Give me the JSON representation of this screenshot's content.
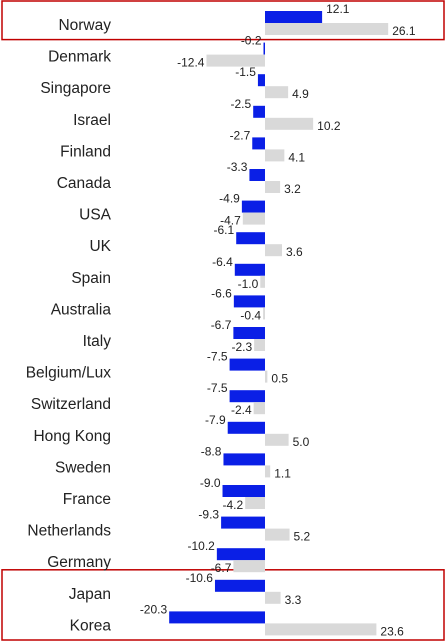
{
  "chart_data": {
    "type": "bar",
    "orientation": "horizontal",
    "categories": [
      "Norway",
      "Denmark",
      "Singapore",
      "Israel",
      "Finland",
      "Canada",
      "USA",
      "UK",
      "Spain",
      "Australia",
      "Italy",
      "Belgium/Lux",
      "Switzerland",
      "Hong Kong",
      "Sweden",
      "France",
      "Netherlands",
      "Germany",
      "Japan",
      "Korea"
    ],
    "series": [
      {
        "values": [
          12.1,
          -0.2,
          -1.5,
          -2.5,
          -2.7,
          -3.3,
          -4.9,
          -6.1,
          -6.4,
          -6.6,
          -6.7,
          -7.5,
          -7.5,
          -7.9,
          -8.8,
          -9.0,
          -9.3,
          -10.2,
          -10.6,
          -20.3
        ]
      },
      {
        "values": [
          26.1,
          -12.4,
          4.9,
          10.2,
          4.1,
          3.2,
          -4.7,
          3.6,
          -1.0,
          -0.4,
          -2.3,
          0.5,
          -2.4,
          5.0,
          1.1,
          -4.2,
          5.2,
          -6.7,
          3.3,
          23.6
        ]
      }
    ],
    "value_labels_1": [
      "12.1",
      "-0.2",
      "-1.5",
      "-2.5",
      "-2.7",
      "-3.3",
      "-4.9",
      "-6.1",
      "-6.4",
      "-6.6",
      "-6.7",
      "-7.5",
      "-7.5",
      "-7.9",
      "-8.8",
      "-9.0",
      "-9.3",
      "-10.2",
      "-10.6",
      "-20.3"
    ],
    "value_labels_2": [
      "26.1",
      "-12.4",
      "4.9",
      "10.2",
      "4.1",
      "3.2",
      "-4.7",
      "3.6",
      "-1.0",
      "-0.4",
      "-2.3",
      "0.5",
      "-2.4",
      "5.0",
      "1.1",
      "-4.2",
      "5.2",
      "-6.7",
      "3.3",
      "23.6"
    ],
    "highlight_boxes": [
      [
        "Norway"
      ],
      [
        "Japan",
        "Korea"
      ]
    ],
    "colors": {
      "series_1": "#0A1FE6",
      "series_2": "#D9D9D9",
      "highlight_border": "#C00000"
    },
    "grid": false,
    "legend": "none"
  }
}
